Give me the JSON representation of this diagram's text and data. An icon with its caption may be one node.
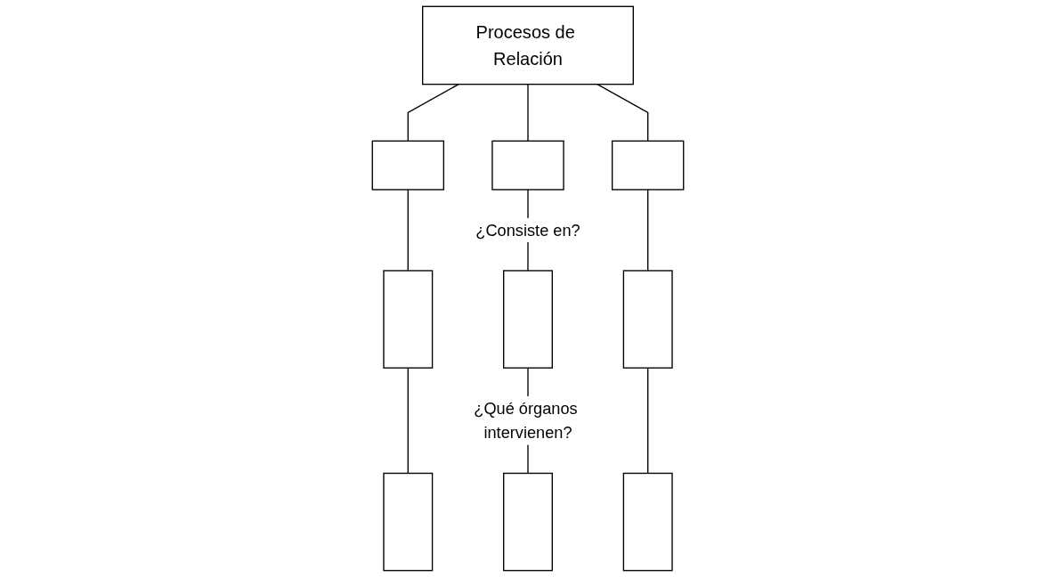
{
  "diagram": {
    "nodes": [
      {
        "text": [
          "Procesos de Relación"
        ]
      },
      {
        "text": [],
        "shape": "box"
      },
      {
        "text": [],
        "shape": "box"
      },
      {
        "text": [],
        "shape": "box"
      },
      {
        "text": [],
        "shape": "box"
      },
      {
        "text": [],
        "shape": "box"
      },
      {
        "text": [],
        "shape": "box"
      },
      {
        "text": [],
        "shape": "box"
      },
      {
        "text": [],
        "shape": "box"
      },
      {
        "text": [],
        "shape": "box"
      }
    ],
    "edges": [
      {
        "from": 0,
        "to": 1,
        "arrow": "none"
      },
      {
        "from": 0,
        "to": 2,
        "arrow": "none"
      },
      {
        "from": 0,
        "to": 3,
        "arrow": "none"
      },
      {
        "from": 1,
        "to": 4,
        "arrow": "none"
      },
      {
        "from": 2,
        "to": 5,
        "arrow": "none",
        "label": "¿Consiste en?"
      },
      {
        "from": 3,
        "to": 6,
        "arrow": "none"
      },
      {
        "from": 4,
        "to": 7,
        "arrow": "none"
      },
      {
        "from": 5,
        "to": 8,
        "arrow": "none",
        "label": "¿Qué órganos intervienen?"
      },
      {
        "from": 6,
        "to": 9,
        "arrow": "none"
      }
    ]
  }
}
